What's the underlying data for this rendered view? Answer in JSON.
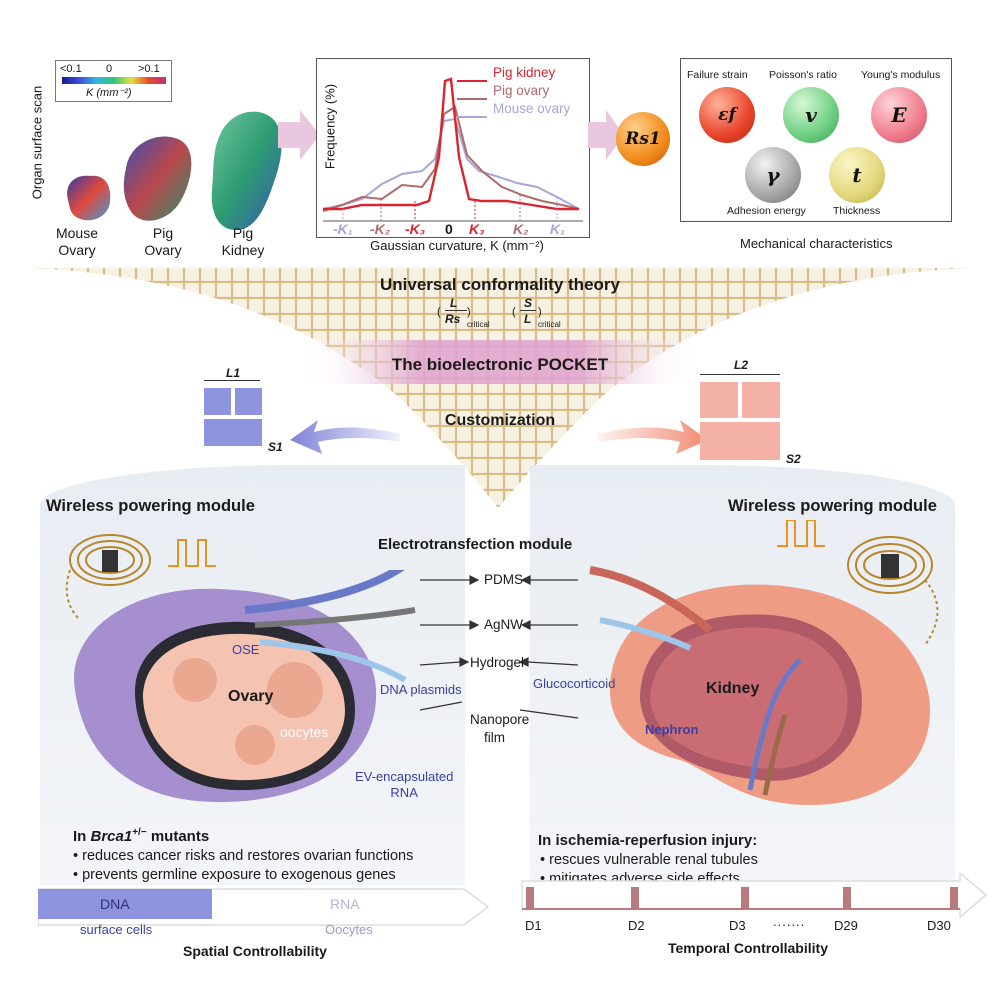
{
  "scan": {
    "y_label": "Organ surface scan",
    "legend_min": "<0.1",
    "legend_zero": "0",
    "legend_max": ">0.1",
    "legend_unit": "K (mm⁻²)",
    "organs": [
      {
        "label_top": "Mouse",
        "label_bottom": "Ovary"
      },
      {
        "label_top": "Pig",
        "label_bottom": "Ovary"
      },
      {
        "label_top": "Pig",
        "label_bottom": "Kidney"
      }
    ]
  },
  "curvature_chart": {
    "y_label": "Frequency (%)",
    "x_label": "Gaussian curvature, K (mm⁻²)",
    "legend": [
      "Pig kidney",
      "Pig ovary",
      "Mouse ovary"
    ],
    "ticks": [
      "-K₁",
      "-K₂",
      "-K₃",
      "0",
      "K₃",
      "K₂",
      "K₁"
    ]
  },
  "rs1_label": "Rs1",
  "mechanical": {
    "caption": "Mechanical characteristics",
    "top_labels": [
      "Failure strain",
      "Poisson's ratio",
      "Young's modulus"
    ],
    "bottom_labels": [
      "Adhesion energy",
      "Thickness"
    ],
    "symbols": [
      "εf",
      "v",
      "E",
      "γ",
      "t"
    ]
  },
  "funnel": {
    "title": "Universal conformality theory",
    "ratio1_num": "L",
    "ratio1_den": "Rs",
    "ratio1_sub": "critical",
    "ratio2_num": "S",
    "ratio2_den": "L",
    "ratio2_sub": "critical",
    "pocket": "The bioelectronic POCKET",
    "customization": "Customization"
  },
  "left_device": {
    "l_label": "L1",
    "s_label": "S1"
  },
  "right_device": {
    "l_label": "L2",
    "s_label": "S2"
  },
  "left_panel": {
    "wireless": "Wireless powering module",
    "organ": "Ovary",
    "ose": "OSE",
    "oocytes": "oocytes",
    "dna_plasmids": "DNA plasmids",
    "ev_rna_1": "EV-encapsulated",
    "ev_rna_2": "RNA",
    "context_prefix": "In ",
    "context_gene": "Brca1",
    "context_sup": "+/−",
    "context_suffix": " mutants",
    "bullets": [
      "reduces cancer risks and restores ovarian functions",
      "prevents germline exposure to exogenous genes"
    ]
  },
  "center": {
    "title": "Electrotransfection module",
    "layers": [
      "PDMS",
      "AgNW",
      "Hydrogel",
      "Nanopore",
      "film"
    ]
  },
  "right_panel": {
    "wireless": "Wireless powering module",
    "organ": "Kidney",
    "glucocorticoid": "Glucocorticoid",
    "nephron": "Nephron",
    "context": "In ischemia-reperfusion injury:",
    "bullets": [
      "rescues vulnerable renal tubules",
      "mitigates adverse side effects"
    ]
  },
  "spatial": {
    "dna": "DNA",
    "rna": "RNA",
    "surface_cells": "surface cells",
    "oocytes": "Oocytes",
    "caption": "Spatial Controllability"
  },
  "temporal": {
    "days": [
      "D1",
      "D2",
      "D3",
      "D29",
      "D30"
    ],
    "dots": ".......",
    "caption": "Temporal Controllability"
  },
  "colors": {
    "pig_kidney": "#d9252f",
    "pig_ovary": "#b06a6a",
    "mouse_ovary": "#a9a6d6",
    "dna_bar": "#8f94de",
    "pocket_pink": "#e0a6cf",
    "left_arrow": "#7f82d6",
    "right_arrow": "#f08a72"
  }
}
